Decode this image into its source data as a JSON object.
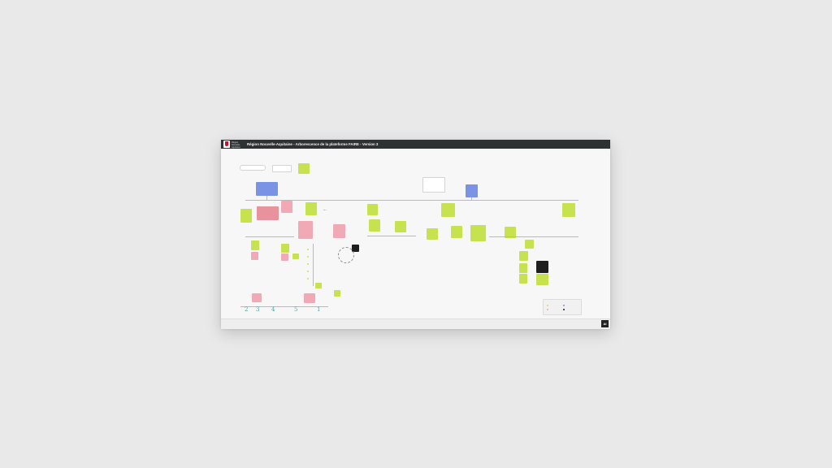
{
  "header": {
    "title": "Région Nouvelle-Aquitaine - Arborescence de la plateforme FAIRE - Version 3",
    "logo_text": "Région Nouvelle-Aquitaine"
  },
  "colors": {
    "page_background": "#e9e9ea",
    "header_bar": "#2f3233",
    "sticky_green": "#c6e24e",
    "sticky_pink": "#f2a9b6",
    "sticky_blue": "#7b93e4",
    "sticky_black": "#1e1e1e",
    "handwriting_teal": "#3fa9a0"
  },
  "handwritten_numbers": [
    "2",
    "3",
    "4",
    "5",
    "1"
  ],
  "footer": {
    "badge": "AI"
  }
}
